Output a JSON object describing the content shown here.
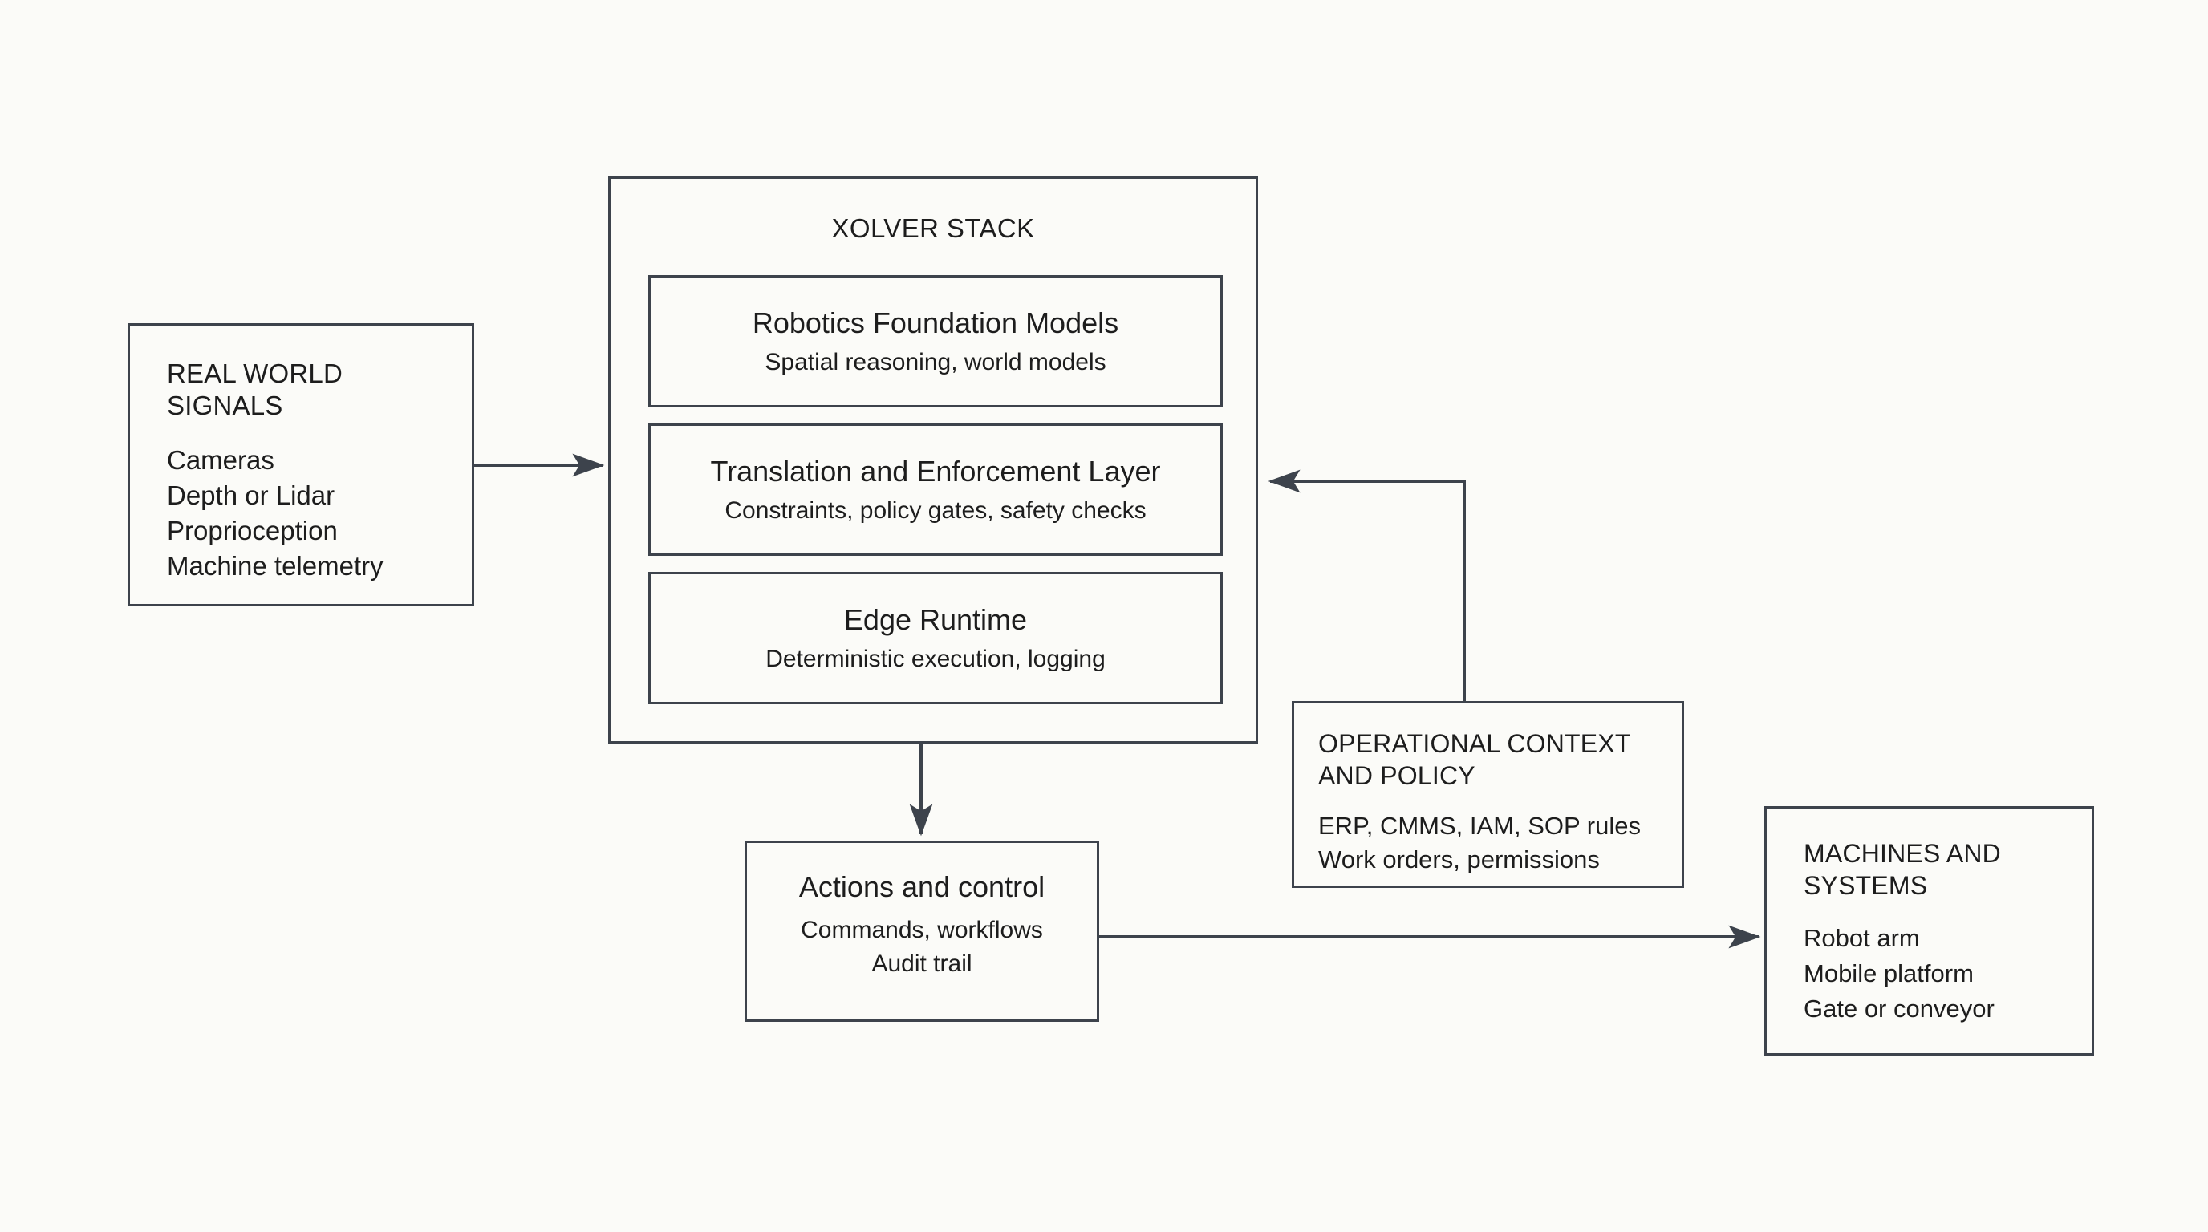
{
  "diagram": {
    "stroke_color": "#3d434c",
    "text_color": "#1d1d1d",
    "background_color": "#fbfbf8"
  },
  "real_world_signals": {
    "title": "REAL WORLD\nSIGNALS",
    "items": [
      "Cameras",
      "Depth or Lidar",
      "Proprioception",
      "Machine telemetry"
    ]
  },
  "xolver_stack": {
    "title": "XOLVER STACK",
    "layers": [
      {
        "title": "Robotics Foundation Models",
        "subtitle": "Spatial reasoning, world models"
      },
      {
        "title": "Translation and Enforcement Layer",
        "subtitle": "Constraints, policy gates, safety checks"
      },
      {
        "title": "Edge Runtime",
        "subtitle": "Deterministic execution, logging"
      }
    ]
  },
  "actions_and_control": {
    "title": "Actions and control",
    "line1": "Commands, workflows",
    "line2": "Audit trail"
  },
  "operational_context": {
    "title": "OPERATIONAL CONTEXT\nAND POLICY",
    "items": [
      "ERP, CMMS, IAM, SOP rules",
      "Work orders, permissions"
    ]
  },
  "machines_and_systems": {
    "title": "MACHINES AND\nSYSTEMS",
    "items": [
      "Robot arm",
      "Mobile platform",
      "Gate or conveyor"
    ]
  },
  "connectors": [
    {
      "name": "signals-to-stack",
      "from": "real_world_signals",
      "to": "xolver_stack.translation_layer",
      "direction": "right"
    },
    {
      "name": "stack-to-actions",
      "from": "xolver_stack",
      "to": "actions_and_control",
      "direction": "down"
    },
    {
      "name": "policy-to-stack",
      "from": "operational_context",
      "to": "xolver_stack.translation_layer",
      "direction": "up-then-left"
    },
    {
      "name": "actions-to-machines",
      "from": "actions_and_control",
      "to": "machines_and_systems",
      "direction": "right"
    }
  ]
}
